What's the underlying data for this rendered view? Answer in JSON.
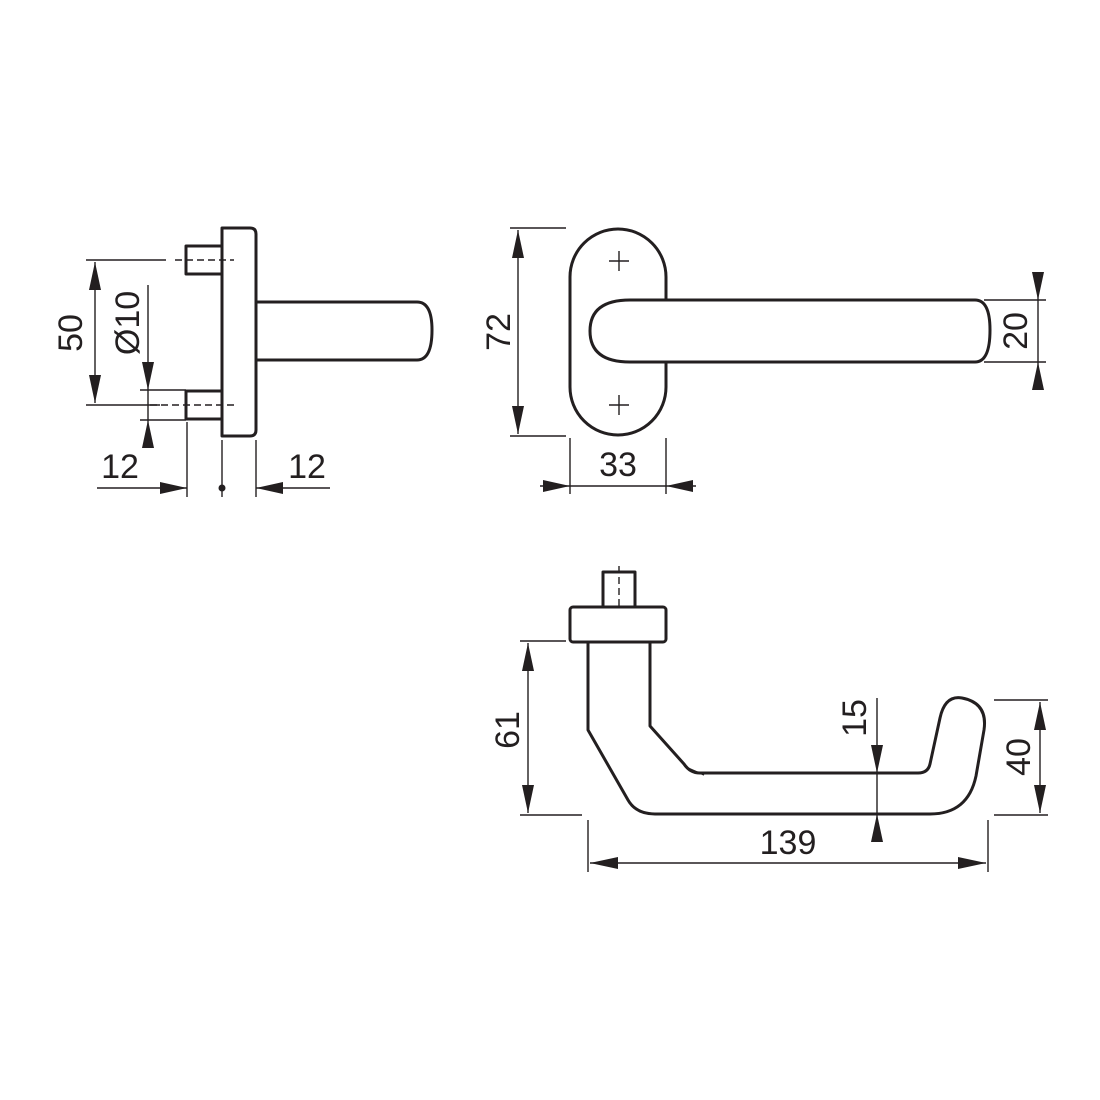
{
  "dimensions": {
    "side_spacing": "50",
    "side_diameter": "Ø10",
    "side_left_offset": "12",
    "side_right_offset": "12",
    "front_height": "72",
    "front_width": "33",
    "front_grip": "20",
    "top_height": "61",
    "top_offset": "15",
    "top_tip": "40",
    "top_length": "139"
  },
  "colors": {
    "line": "#231f20",
    "background": "#ffffff"
  }
}
